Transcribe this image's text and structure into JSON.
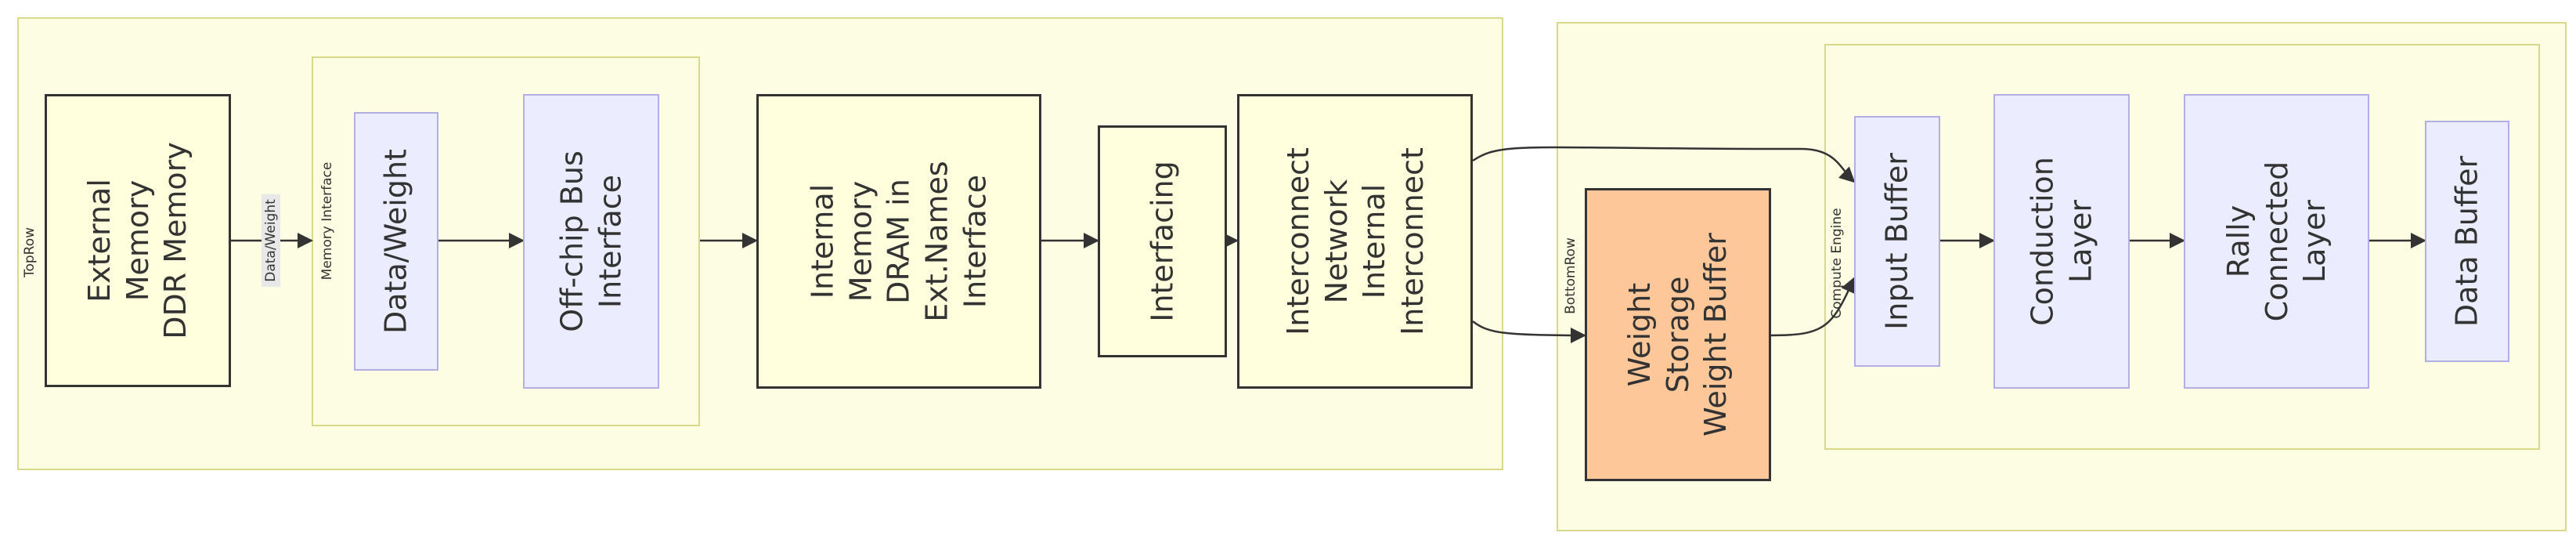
{
  "clusters": {
    "top_row": "TopRow",
    "memory_interface": "Memory Interface",
    "bottom_row": "BottomRow",
    "compute_engine": "Compute Engine"
  },
  "nodes": {
    "external_memory": [
      "External",
      "Memory",
      "DDR Memory"
    ],
    "data_weight": [
      "Data/Weight"
    ],
    "off_chip_bus": [
      "Off-chip Bus",
      "Interface"
    ],
    "internal_memory": [
      "Internal",
      "Memory",
      "DRAM in",
      "Ext.Names",
      "Interface"
    ],
    "interfacing": [
      "Interfacing"
    ],
    "interconnect": [
      "Interconnect",
      "Network",
      "Internal",
      "Interconnect"
    ],
    "weight_storage": [
      "Weight",
      "Storage",
      "Weight Buffer"
    ],
    "input_buffer": [
      "Input Buffer"
    ],
    "conduction_layer": [
      "Conduction",
      "Layer"
    ],
    "rally_connected": [
      "Rally",
      "Connected",
      "Layer"
    ],
    "data_buffer": [
      "Data Buffer"
    ]
  },
  "edge_labels": {
    "data_weight": "Data/Weight"
  }
}
